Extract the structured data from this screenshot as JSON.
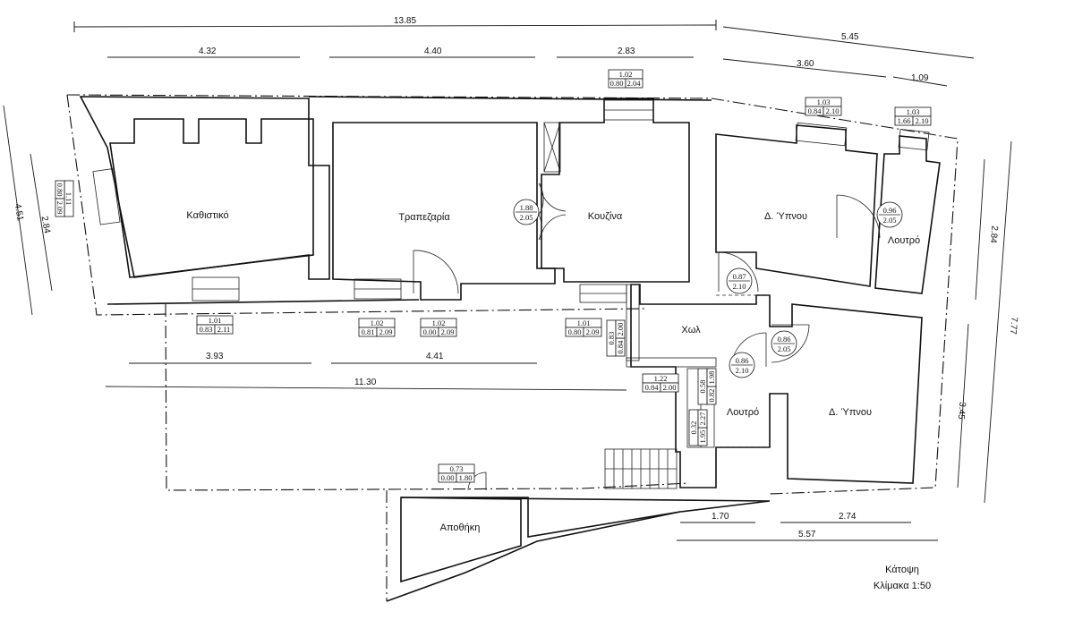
{
  "dimensions": {
    "overall_top": "13.85",
    "right_top": "5.45",
    "top_a": "4.32",
    "top_b": "4.40",
    "top_c": "2.83",
    "right_a": "3.60",
    "right_b": "1.09",
    "left_outer": "4.51",
    "left_inner": "2.84",
    "right_side_a": "2.84",
    "right_side_total": "7.77",
    "right_side_b": "3.45",
    "mid_a": "3.93",
    "mid_b": "4.41",
    "mid_total": "11.30",
    "bottom_a": "1.70",
    "bottom_b": "2.74",
    "bottom_total": "5.57"
  },
  "rooms": {
    "living": "Καθιστικό",
    "dining": "Τραπεζαρία",
    "kitchen": "Κουζίνα",
    "bedroom1": "Δ. Ύπνου",
    "bath1": "Λουτρό",
    "hall": "Χωλ",
    "bath2": "Λουτρό",
    "bedroom2": "Δ. Ύπνου",
    "storage": "Αποθήκη"
  },
  "openings": {
    "w_top_kitchen": [
      "1.02",
      "0.80",
      "2.04"
    ],
    "w_bed1_a": [
      "1.03",
      "0.84",
      "2.10"
    ],
    "w_bed1_b": [
      "1.03",
      "1.66",
      "2.10"
    ],
    "w_living_side": [
      "1.11",
      "0.80",
      "2.09"
    ],
    "w_living_bottom": [
      "1.01",
      "0.83",
      "2.11"
    ],
    "w_dining_bottom": [
      "1.02",
      "0.81",
      "2.09"
    ],
    "w_dining_door": [
      "1.02",
      "0.00",
      "2.09"
    ],
    "w_kitchen_bottom": [
      "1.01",
      "0.80",
      "2.09"
    ],
    "w_hall_side": [
      "0.83",
      "0.84",
      "2.00"
    ],
    "w_hall_bottom": [
      "1.22",
      "0.84",
      "2.00"
    ],
    "w_bath_a": [
      "0.58",
      "0.82",
      "1.98"
    ],
    "w_bath_b": [
      "0.32",
      "1.95",
      "2.27"
    ],
    "w_storage": [
      "0.73",
      "0.00",
      "1.80"
    ]
  },
  "doors": {
    "d_dining_kitchen": [
      "1.88",
      "2.05"
    ],
    "d_bath1": [
      "0.96",
      "2.05"
    ],
    "d_hall_bed1": [
      "0.87",
      "2.10"
    ],
    "d_hall_bath2": [
      "0.86",
      "2.10"
    ],
    "d_bed2": [
      "0.86",
      "2.05"
    ]
  },
  "caption": {
    "title": "Κάτοψη",
    "scale": "Κλίμακα 1:50"
  }
}
